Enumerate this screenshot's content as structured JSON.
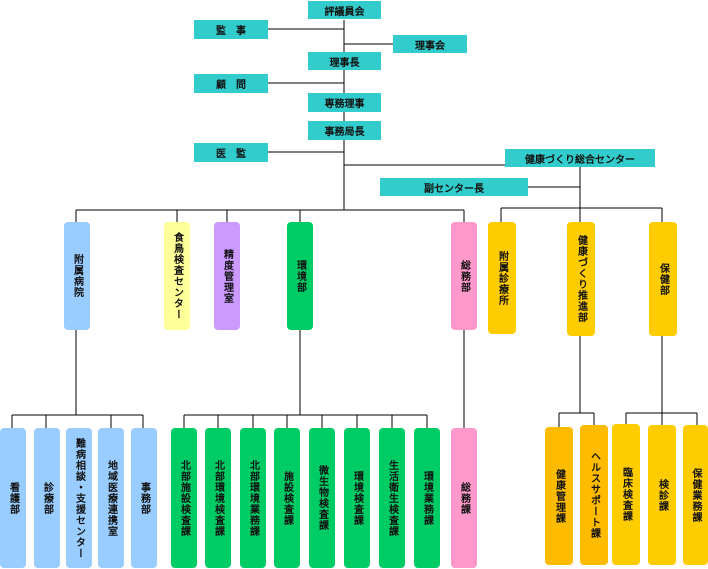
{
  "top": {
    "council": "評議員会",
    "auditor": "監　事",
    "board": "理事会",
    "chairman": "理事長",
    "advisor": "顧　問",
    "executive_director": "専務理事",
    "secretary_general": "事務局長",
    "medical_supervisor": "医　監"
  },
  "health_center": {
    "title": "健康づくり総合センター",
    "vice_director": "副センター長"
  },
  "departments": {
    "affiliated_hospital": "附属病院",
    "food_bird_center": "食鳥検査センター",
    "quality_control": "精度管理室",
    "environment": "環境部",
    "general_affairs": "総務部",
    "affiliated_clinic": "附属診療所",
    "health_promotion": "健康づくり推進部",
    "health_care": "保健部"
  },
  "sections": {
    "nursing": "看護部",
    "clinical": "診療部",
    "intractable": "難病相談・支援センター",
    "regional_medical": "地域医療連携室",
    "administration": "事務部",
    "north_facility": "北部施設検査課",
    "north_env_inspection": "北部環境検査課",
    "north_env_business": "北部環境業務課",
    "facility_inspection": "施設検査課",
    "microbe_inspection": "微生物検査課",
    "env_inspection": "環境検査課",
    "sanitation_inspection": "生活衛生検査課",
    "env_business": "環境業務課",
    "general_affairs_section": "総務課",
    "health_management": "健康管理課",
    "health_support": "ヘルスサポート課",
    "clinical_lab": "臨床検査課",
    "checkup": "検診課",
    "health_business": "保健業務課"
  }
}
